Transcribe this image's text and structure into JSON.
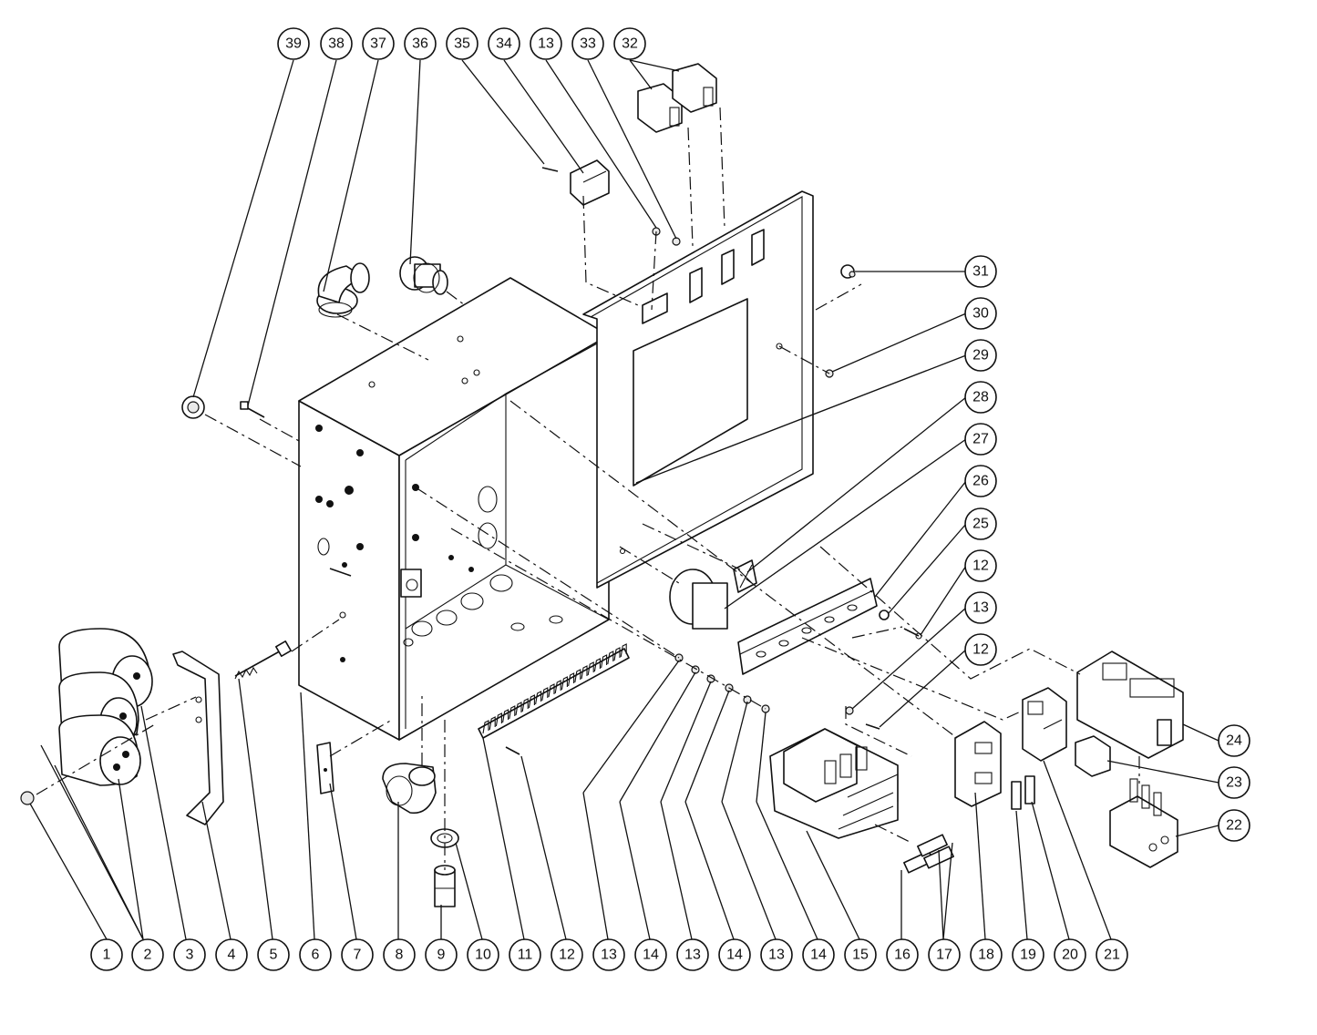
{
  "diagram": {
    "callouts_bottom": [
      "1",
      "2",
      "3",
      "4",
      "5",
      "6",
      "7",
      "8",
      "9",
      "10",
      "11",
      "12",
      "13",
      "14",
      "13",
      "14",
      "13",
      "14",
      "15",
      "16",
      "17",
      "18",
      "19",
      "20",
      "21"
    ],
    "callouts_top": [
      "39",
      "38",
      "37",
      "36",
      "35",
      "34",
      "13",
      "33",
      "32"
    ],
    "callouts_right": [
      "31",
      "30",
      "29",
      "28",
      "27",
      "26",
      "25",
      "12",
      "13",
      "12",
      "24",
      "23",
      "22"
    ]
  }
}
